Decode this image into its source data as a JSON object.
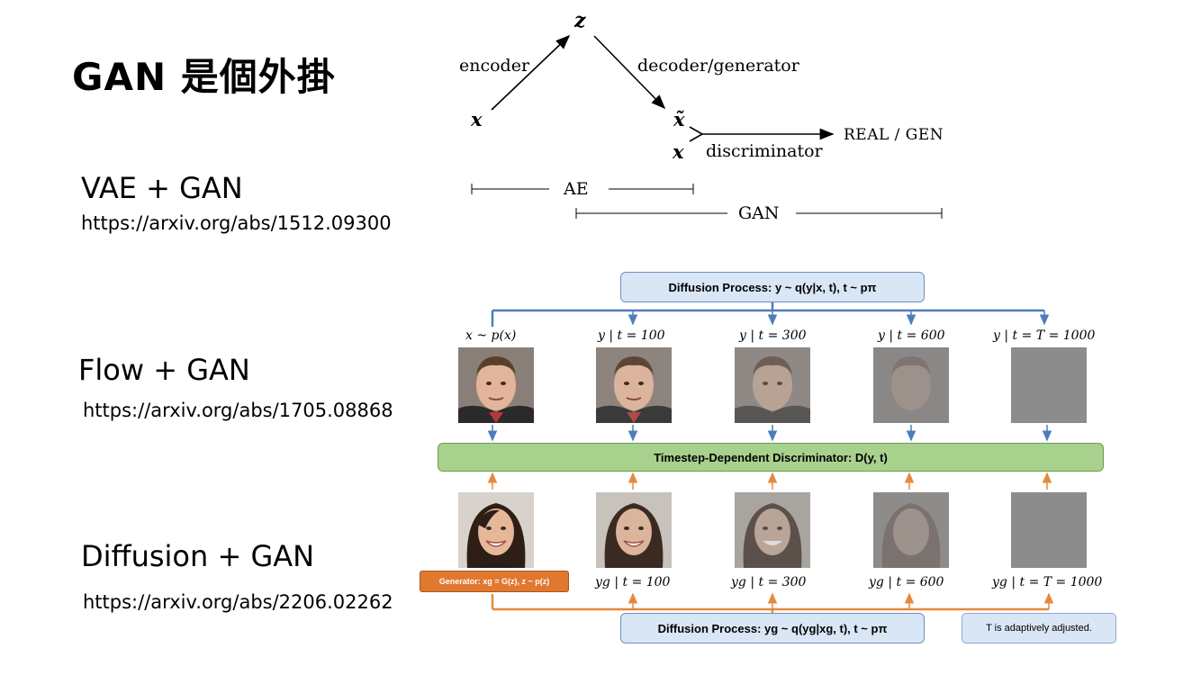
{
  "slide": {
    "title": "GAN 是個外掛",
    "sections": [
      {
        "label": "VAE + GAN",
        "url": "https://arxiv.org/abs/1512.09300"
      },
      {
        "label": "Flow + GAN",
        "url": "https://arxiv.org/abs/1705.08868"
      },
      {
        "label": "Diffusion + GAN",
        "url": "https://arxiv.org/abs/2206.02262"
      }
    ]
  },
  "vaegan": {
    "z": "z",
    "x_in": "x",
    "x_tilde": "x̃",
    "x_real": "x",
    "encoder": "encoder",
    "decoder": "decoder/generator",
    "discriminator": "discriminator",
    "output": "REAL / GEN",
    "ae": "AE",
    "gan": "GAN"
  },
  "diffusion": {
    "top_box": "Diffusion Process:  y ~ q(y|x, t), t ~ pπ",
    "disc_box": "Timestep-Dependent Discriminator: D(y, t)",
    "bottom_box": "Diffusion Process:  yg ~ q(yg|xg, t), t ~ pπ",
    "generator_box": "Generator: xg = G(z), z ~ p(z)",
    "note_box": "T is adaptively adjusted.",
    "top_labels": [
      "x ~ p(x)",
      "y | t = 100",
      "y | t = 300",
      "y | t = 600",
      "y | t = T = 1000"
    ],
    "bottom_labels": [
      "yg | t = 100",
      "yg | t = 300",
      "yg | t = 600",
      "yg | t = T = 1000"
    ],
    "colors": {
      "blue": "#4f7cbd",
      "orange": "#e58a3c",
      "green": "#a9d18e",
      "light_blue": "#d9e6f5"
    }
  }
}
